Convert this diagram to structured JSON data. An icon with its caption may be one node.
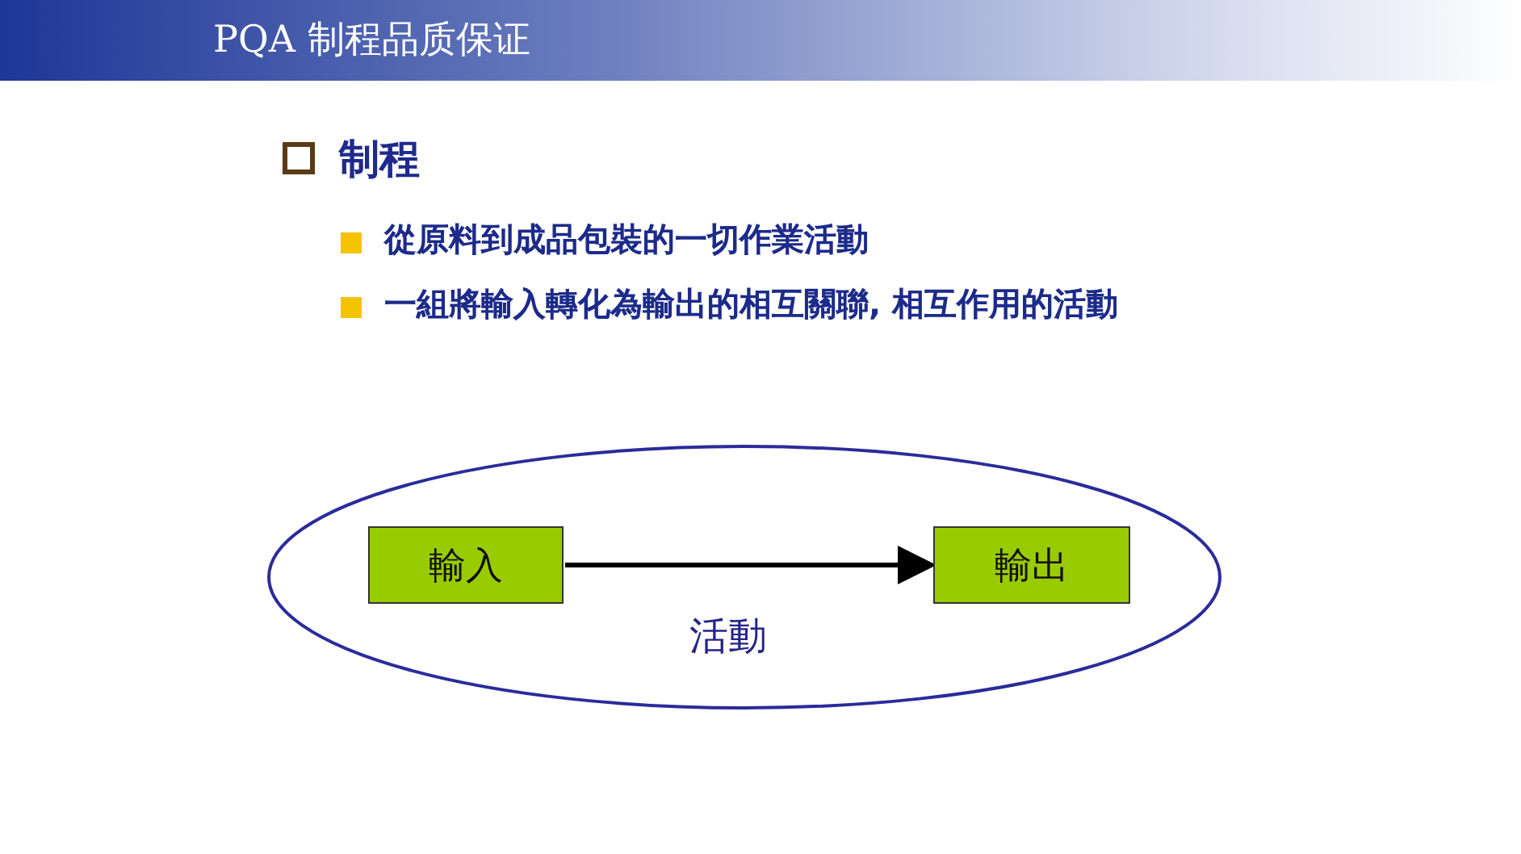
{
  "diagram": {
    "title": "PQA 制程品质保证",
    "nodes": [
      {
        "text": [
          "活動"
        ]
      },
      {
        "text": [
          "輸入"
        ],
        "in": 0
      },
      {
        "text": [
          "輸出"
        ],
        "in": 0
      }
    ],
    "edges": [
      {
        "from": 1,
        "to": 2,
        "arrow": "to"
      }
    ],
    "labels": [
      "制程",
      "從原料到成品包裝的一切作業活動",
      "一組將輸入轉化為輸出的相互關聯, 相互作用的活動"
    ]
  }
}
